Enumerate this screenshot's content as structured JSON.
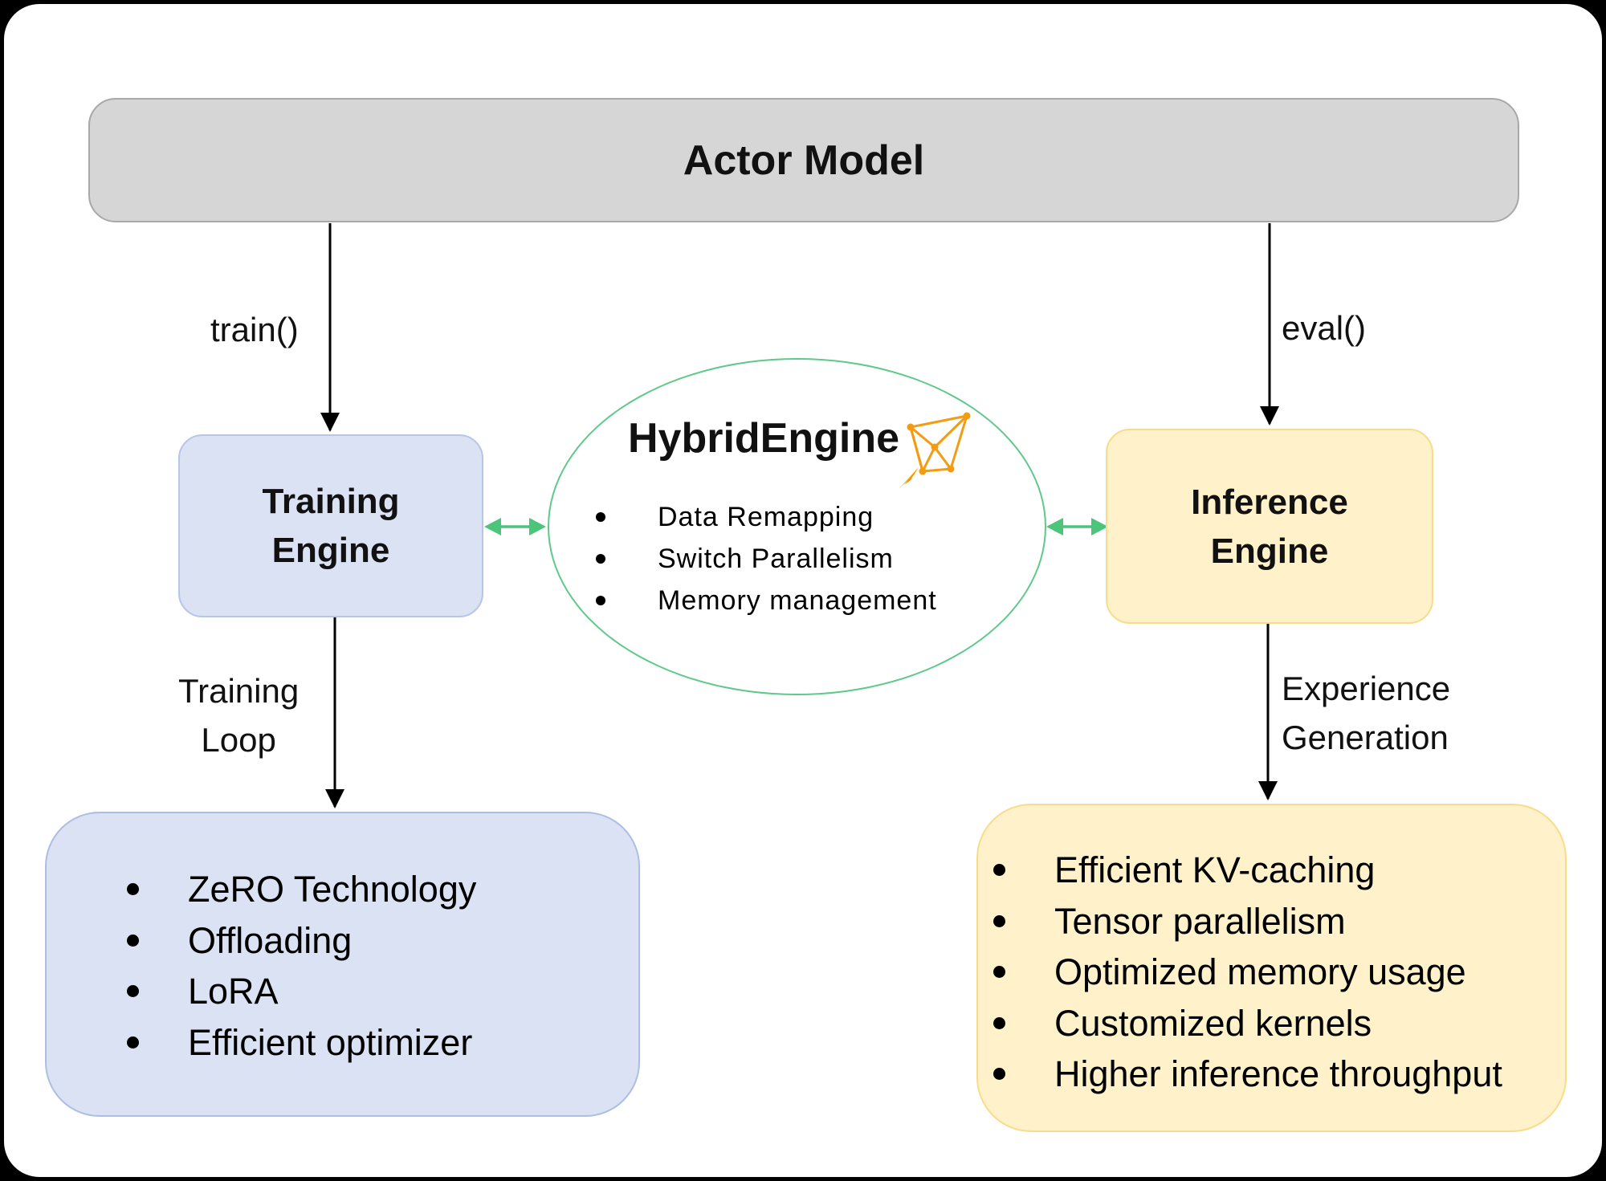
{
  "actor_model": {
    "title": "Actor Model"
  },
  "edges": {
    "train": "train()",
    "eval": "eval()",
    "training_loop": [
      "Training",
      "Loop"
    ],
    "experience_generation": [
      "Experience",
      "Generation"
    ]
  },
  "training_engine": {
    "lines": [
      "Training",
      "Engine"
    ]
  },
  "inference_engine": {
    "lines": [
      "Inference",
      "Engine"
    ]
  },
  "hybrid_engine": {
    "title": "HybridEngine",
    "icon": "rocket-icon",
    "items": [
      "Data Remapping",
      "Switch Parallelism",
      "Memory management"
    ]
  },
  "training_features": [
    "ZeRO Technology",
    "Offloading",
    "LoRA",
    "Efficient optimizer"
  ],
  "inference_features": [
    "Efficient KV-caching",
    "Tensor parallelism",
    "Optimized memory usage",
    "Customized kernels",
    "Higher inference throughput"
  ],
  "colors": {
    "actor_fill": "#d6d6d6",
    "training_fill": "#dae2f3",
    "inference_fill": "#fff1c9",
    "hybrid_stroke": "#5ec98b",
    "rocket": "#f39c12"
  }
}
